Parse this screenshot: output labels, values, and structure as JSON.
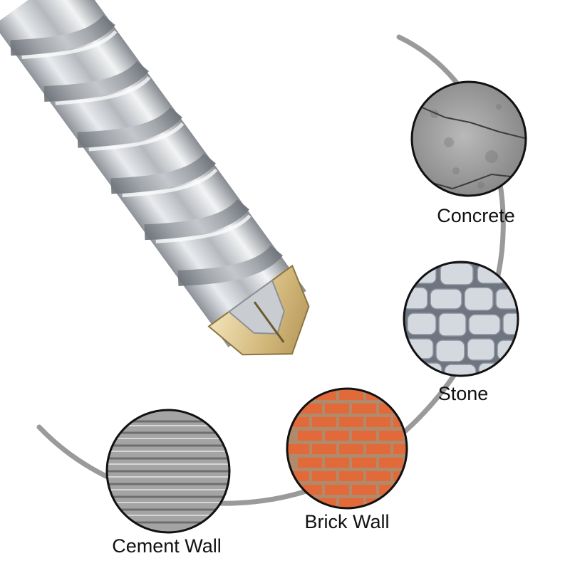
{
  "materials": [
    {
      "id": "concrete",
      "label": "Concrete"
    },
    {
      "id": "stone",
      "label": "Stone"
    },
    {
      "id": "brick",
      "label": "Brick Wall"
    },
    {
      "id": "cement",
      "label": "Cement Wall"
    }
  ],
  "colors": {
    "ring": "#9a9a9a",
    "steel_light": "#eef0f2",
    "steel_mid": "#b9bdc2",
    "steel_dark": "#7d8288",
    "carbide": "#d9c38f",
    "concrete": "#9c9c9c",
    "stone": "#c9ced6",
    "brick": "#e2693a",
    "mortar": "#b08a6a",
    "cement": "#a4a4a4"
  },
  "icons": {
    "drill_bit": "sds-masonry-drill-bit",
    "concrete": "concrete-texture",
    "stone": "stone-wall-texture",
    "brick": "brick-wall-texture",
    "cement": "cement-wall-texture"
  }
}
